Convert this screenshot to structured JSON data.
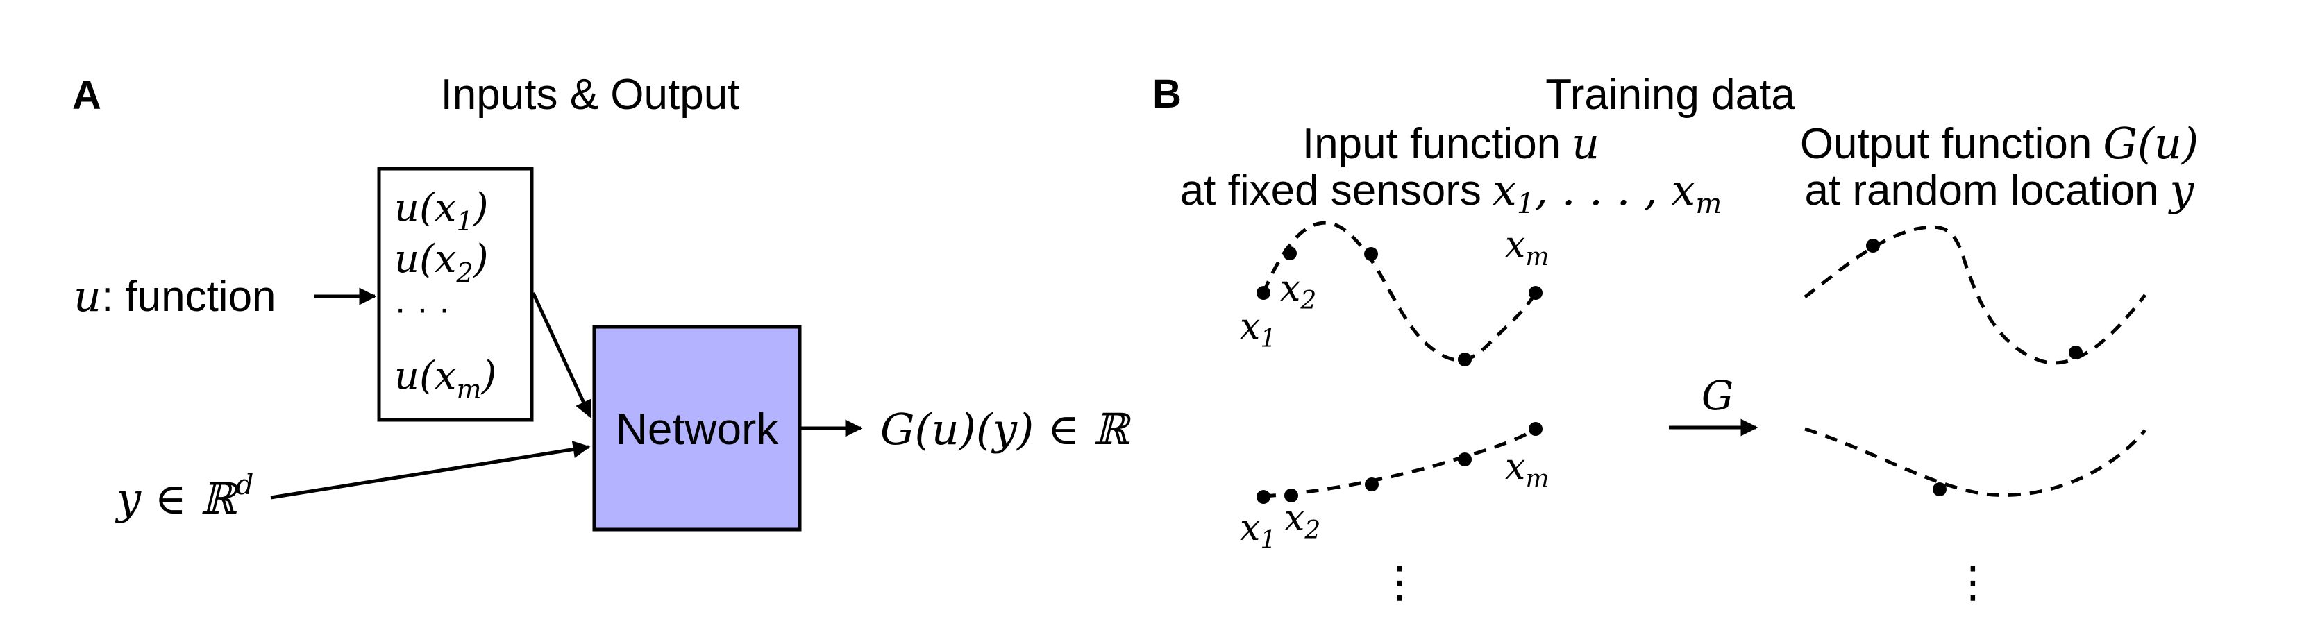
{
  "colors": {
    "network_fill": "#b3b3ff",
    "stroke": "#000000",
    "background": "#ffffff"
  },
  "panel_a": {
    "letter": "A",
    "title": "Inputs & Output",
    "input_function_var": "u",
    "input_function_text": ": function",
    "sensor_values": [
      "u(x",
      "1",
      ")",
      "u(x",
      "2",
      ")",
      "· · ·",
      "u(x",
      "m",
      ")"
    ],
    "network_label": "Network",
    "query_var": "y ∈ ℝ",
    "query_sup": "d",
    "output_label": "G(u)(y) ∈ ℝ"
  },
  "panel_b": {
    "letter": "B",
    "title": "Training data",
    "input_heading_text": "Input function",
    "input_heading_var": "u",
    "input_sub_text": "at fixed sensors",
    "input_sub_var": "x",
    "input_sub_sub1": "1",
    "input_sub_mid": ", . . . , x",
    "input_sub_subm": "m",
    "output_heading_text": "Output function",
    "output_heading_var": "G(u)",
    "output_sub_text": "at random location",
    "output_sub_var": "y",
    "operator_label": "G",
    "sensor_x": "x",
    "sub_1": "1",
    "sub_2": "2",
    "sub_m": "m",
    "vdots": "⋮"
  }
}
